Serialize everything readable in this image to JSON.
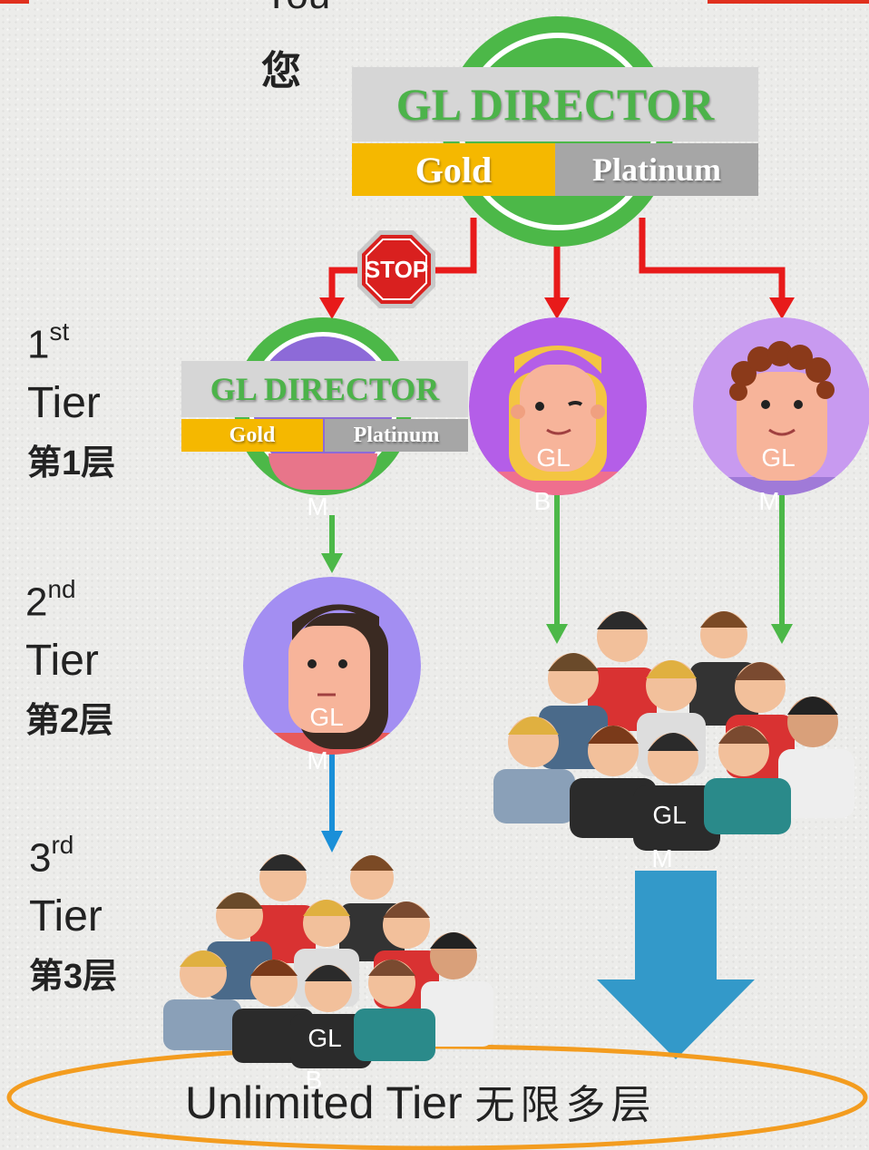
{
  "header": {
    "you_en": "You",
    "you_cn": "您"
  },
  "director_main": {
    "title": "GL DIRECTOR",
    "gold": "Gold",
    "platinum": "Platinum"
  },
  "director_small": {
    "title": "GL DIRECTOR",
    "gold": "Gold",
    "platinum": "Platinum"
  },
  "stop_sign": "STOP",
  "tiers": [
    {
      "num": "1",
      "suffix": "st",
      "word": "Tier",
      "cn_a": "第",
      "cn_n": "1",
      "cn_b": "层"
    },
    {
      "num": "2",
      "suffix": "nd",
      "word": "Tier",
      "cn_a": "第",
      "cn_n": "2",
      "cn_b": "层"
    },
    {
      "num": "3",
      "suffix": "rd",
      "word": "Tier",
      "cn_a": "第",
      "cn_n": "3",
      "cn_b": "层"
    }
  ],
  "avatars": {
    "tier1_left": {
      "l1": "",
      "l2": "M"
    },
    "tier1_mid": {
      "l1": "GL",
      "l2": "B"
    },
    "tier1_right": {
      "l1": "GL",
      "l2": "M"
    },
    "tier2_left": {
      "l1": "GL",
      "l2": "M"
    },
    "group_right": {
      "l1": "GL",
      "l2": "M"
    },
    "group_bottom": {
      "l1": "GL",
      "l2": "B"
    }
  },
  "unlimited": {
    "en": "Unlimited Tier",
    "cn": "无限多层"
  },
  "colors": {
    "red_arrow": "#e81a1a",
    "green_arrow": "#4cb848",
    "blue_arrow": "#1a8fd8",
    "big_arrow": "#3399c9",
    "ellipse": "#f39c1f",
    "green_ring": "#4cb848",
    "gold": "#f5b800",
    "platinum": "#a6a6a6"
  },
  "icons": [
    "stop-sign-icon",
    "avatar-woman-blonde-icon",
    "avatar-man-curly-icon",
    "avatar-woman-dark-icon",
    "people-group-icon",
    "down-arrow-icon"
  ]
}
